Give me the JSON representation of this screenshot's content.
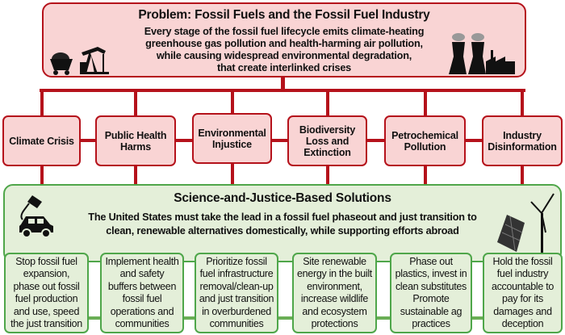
{
  "problem": {
    "title": "Problem: Fossil Fuels and the Fossil Fuel Industry",
    "body_lines": [
      "Every stage of the fossil fuel lifecycle emits climate-heating",
      "greenhouse gas pollution and health-harming air pollution,",
      "while causing widespread environmental degradation,",
      "that create interlinked crises"
    ]
  },
  "crises": [
    {
      "lines": [
        "Climate Crisis"
      ]
    },
    {
      "lines": [
        "Public Health",
        "Harms"
      ]
    },
    {
      "lines": [
        "Environmental",
        "Injustice"
      ]
    },
    {
      "lines": [
        "Biodiversity",
        "Loss and",
        "Extinction"
      ]
    },
    {
      "lines": [
        "Petrochemical",
        "Pollution"
      ]
    },
    {
      "lines": [
        "Industry",
        "Disinformation"
      ]
    }
  ],
  "solutions": {
    "title": "Science-and-Justice-Based Solutions",
    "body_lines": [
      "The United States must take the lead in a fossil fuel phaseout and just transition to",
      "clean, renewable alternatives domestically, while supporting efforts abroad"
    ]
  },
  "actions": [
    {
      "lines": [
        "Stop fossil fuel",
        "expansion,",
        "phase out fossil",
        "fuel production",
        "and use, speed",
        "the just transition"
      ]
    },
    {
      "lines": [
        "Implement health",
        "and safety",
        "buffers between",
        "fossil fuel",
        "operations and",
        "communities"
      ]
    },
    {
      "lines": [
        "Prioritize fossil",
        "fuel infrastructure",
        "removal/clean-up",
        "and just transition",
        "in overburdened",
        "communities"
      ]
    },
    {
      "lines": [
        "Site renewable",
        "energy in the built",
        "environment,",
        "increase wildlife",
        "and ecosystem",
        "protections"
      ]
    },
    {
      "lines": [
        "Phase out",
        "plastics, invest in",
        "clean substitutes",
        "Promote",
        "sustainable ag",
        "practices"
      ]
    },
    {
      "lines": [
        "Hold the fossil",
        "fuel industry",
        "accountable to",
        "pay for its",
        "damages and",
        "deception"
      ]
    }
  ],
  "colors": {
    "problem_border": "#b5121b",
    "problem_fill": "#f9d4d4",
    "solution_border": "#4fa64a",
    "solution_fill": "#e4efd9"
  }
}
